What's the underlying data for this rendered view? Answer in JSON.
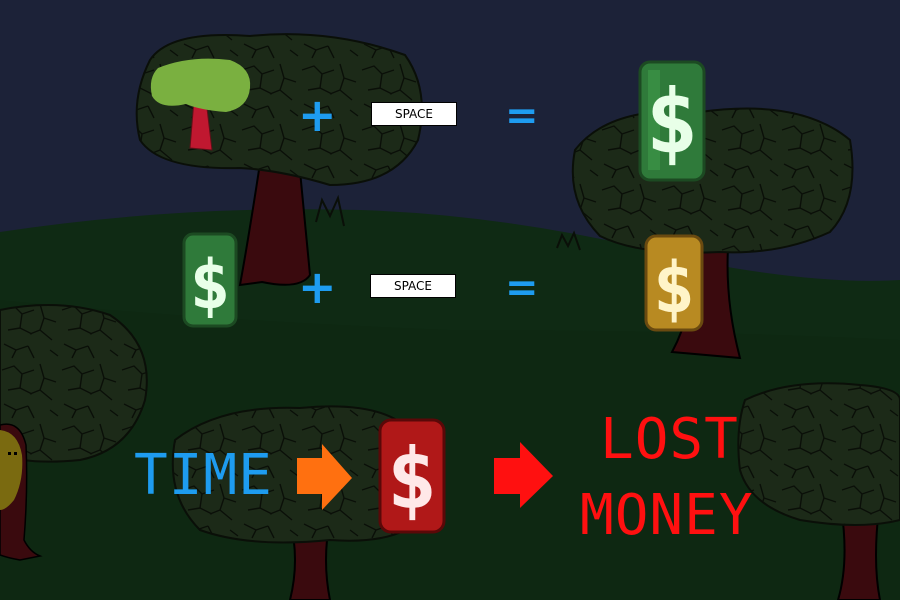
{
  "instructions": {
    "row1": {
      "left_icon": "tree-icon",
      "operator_plus": "+",
      "key_label": "SPACE",
      "operator_equals": "=",
      "result_icon": "green-dollar-coin-icon"
    },
    "row2": {
      "left_icon": "green-dollar-coin-icon",
      "operator_plus": "+",
      "key_label": "SPACE",
      "operator_equals": "=",
      "result_icon": "gold-dollar-coin-icon"
    },
    "row3": {
      "time_label": "TIME",
      "arrow1_icon": "orange-arrow-icon",
      "middle_icon": "red-dollar-coin-icon",
      "arrow2_icon": "red-arrow-icon",
      "result_line1": "LOST",
      "result_line2": "MONEY"
    }
  },
  "colors": {
    "sky": "#1c2238",
    "hill": "#0f2a14",
    "tree_canopy": "#1c2a18",
    "trunk": "#3a0a0e",
    "text_blue": "#1e9cf0",
    "text_red": "#ff1010",
    "arrow_orange": "#ff7010",
    "arrow_red": "#ff1010",
    "coin_green": "#2f7a3a",
    "coin_gold": "#b88a22",
    "coin_red": "#b01818"
  }
}
